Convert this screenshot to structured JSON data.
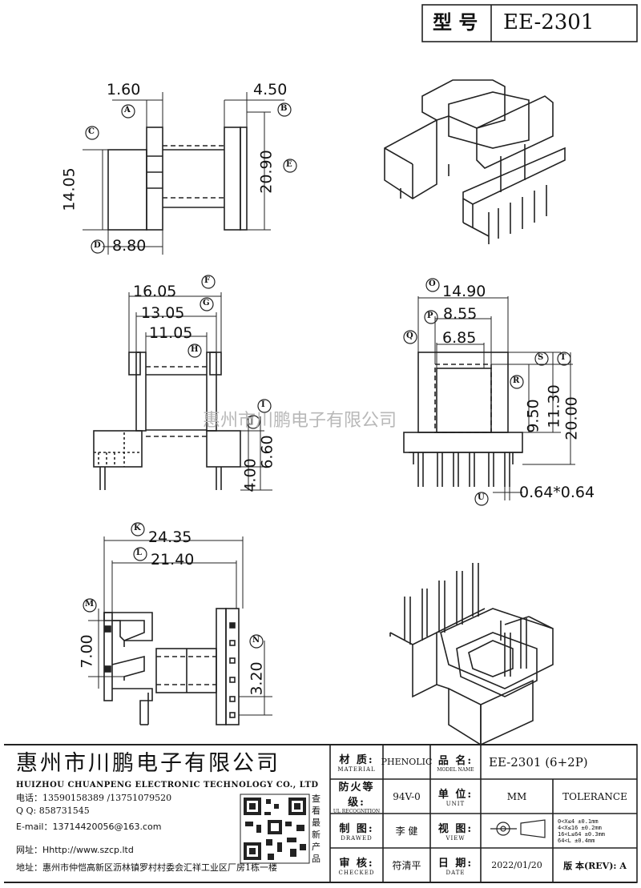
{
  "header": {
    "model_label": "型  号",
    "model_value": "EE-2301"
  },
  "dims": {
    "A": {
      "letter": "A",
      "value": "1.60"
    },
    "B": {
      "letter": "B",
      "value": "4.50"
    },
    "C": {
      "letter": "C",
      "value": "14.05"
    },
    "D": {
      "letter": "D",
      "value": "8.80"
    },
    "E": {
      "letter": "E",
      "value": "20.90"
    },
    "F": {
      "letter": "F",
      "value": "16.05"
    },
    "G": {
      "letter": "G",
      "value": "13.05"
    },
    "H": {
      "letter": "H",
      "value": "11.05"
    },
    "I": {
      "letter": "I",
      "value": "6.60"
    },
    "J": {
      "letter": "J",
      "value": "4.00"
    },
    "O": {
      "letter": "O",
      "value": "14.90"
    },
    "P": {
      "letter": "P",
      "value": "8.55"
    },
    "Q": {
      "letter": "Q",
      "value": "6.85"
    },
    "R": {
      "letter": "R",
      "value": "9.50"
    },
    "S": {
      "letter": "S",
      "value": "11.30"
    },
    "T": {
      "letter": "T",
      "value": "20.00"
    },
    "U": {
      "letter": "U",
      "value": "0.64*0.64"
    },
    "K": {
      "letter": "K",
      "value": "24.35"
    },
    "L": {
      "letter": "L",
      "value": "21.40"
    },
    "M": {
      "letter": "M",
      "value": "7.00"
    },
    "N": {
      "letter": "N",
      "value": "3.20"
    }
  },
  "watermark": "惠州市川鹏电子有限公司",
  "company": {
    "name_cn": "惠州市川鹏电子有限公司",
    "name_en": "HUIZHOU CHUANPENG ELECTRONIC TECHNOLOGY CO., LTD",
    "phone": "电话：13590158389 /13751079520",
    "qq": "Q Q:  858731545",
    "email": "E-mail：13714420056@163.com",
    "website": "网址：Hhttp://www.szcp.ltd",
    "address": "地址：惠州市仲恺高新区沥林镇罗村村委会汇祥工业区厂房1栋一楼",
    "qr_caption": "查看最新产品"
  },
  "table": {
    "material_cn": "材 质:",
    "material_en": "MATERIAL",
    "material_value": "PHENOLIC",
    "partname_cn": "品 名:",
    "partname_en": "MODEL NAME",
    "partname_value": "EE-2301 (6+2P)",
    "fire_cn": "防火等级:",
    "fire_en": "UL RECOGNITION",
    "fire_value": "94V-0",
    "unit_cn": "单 位:",
    "unit_en": "UNIT",
    "unit_value": "MM",
    "tolerance": "TOLERANCE",
    "drawn_cn": "制 图:",
    "drawn_en": "DRAWED",
    "drawn_value": "李 健",
    "view_cn": "视 图:",
    "view_en": "VIEW",
    "checked_cn": "审 核:",
    "checked_en": "CHECKED",
    "checked_value": "符清平",
    "date_cn": "日 期:",
    "date_en": "DATE",
    "date_value": "2022/01/20",
    "version_label": "版 本(REV): A",
    "tol_lines": [
      "0<X≤4    ±0.1mm",
      "4<X≤16   ±0.2mm",
      "16<L≤64  ±0.3mm",
      "64<L     ±0.4mm"
    ]
  },
  "colors": {
    "line": "#222222",
    "watermark": "#b8b8b8"
  }
}
